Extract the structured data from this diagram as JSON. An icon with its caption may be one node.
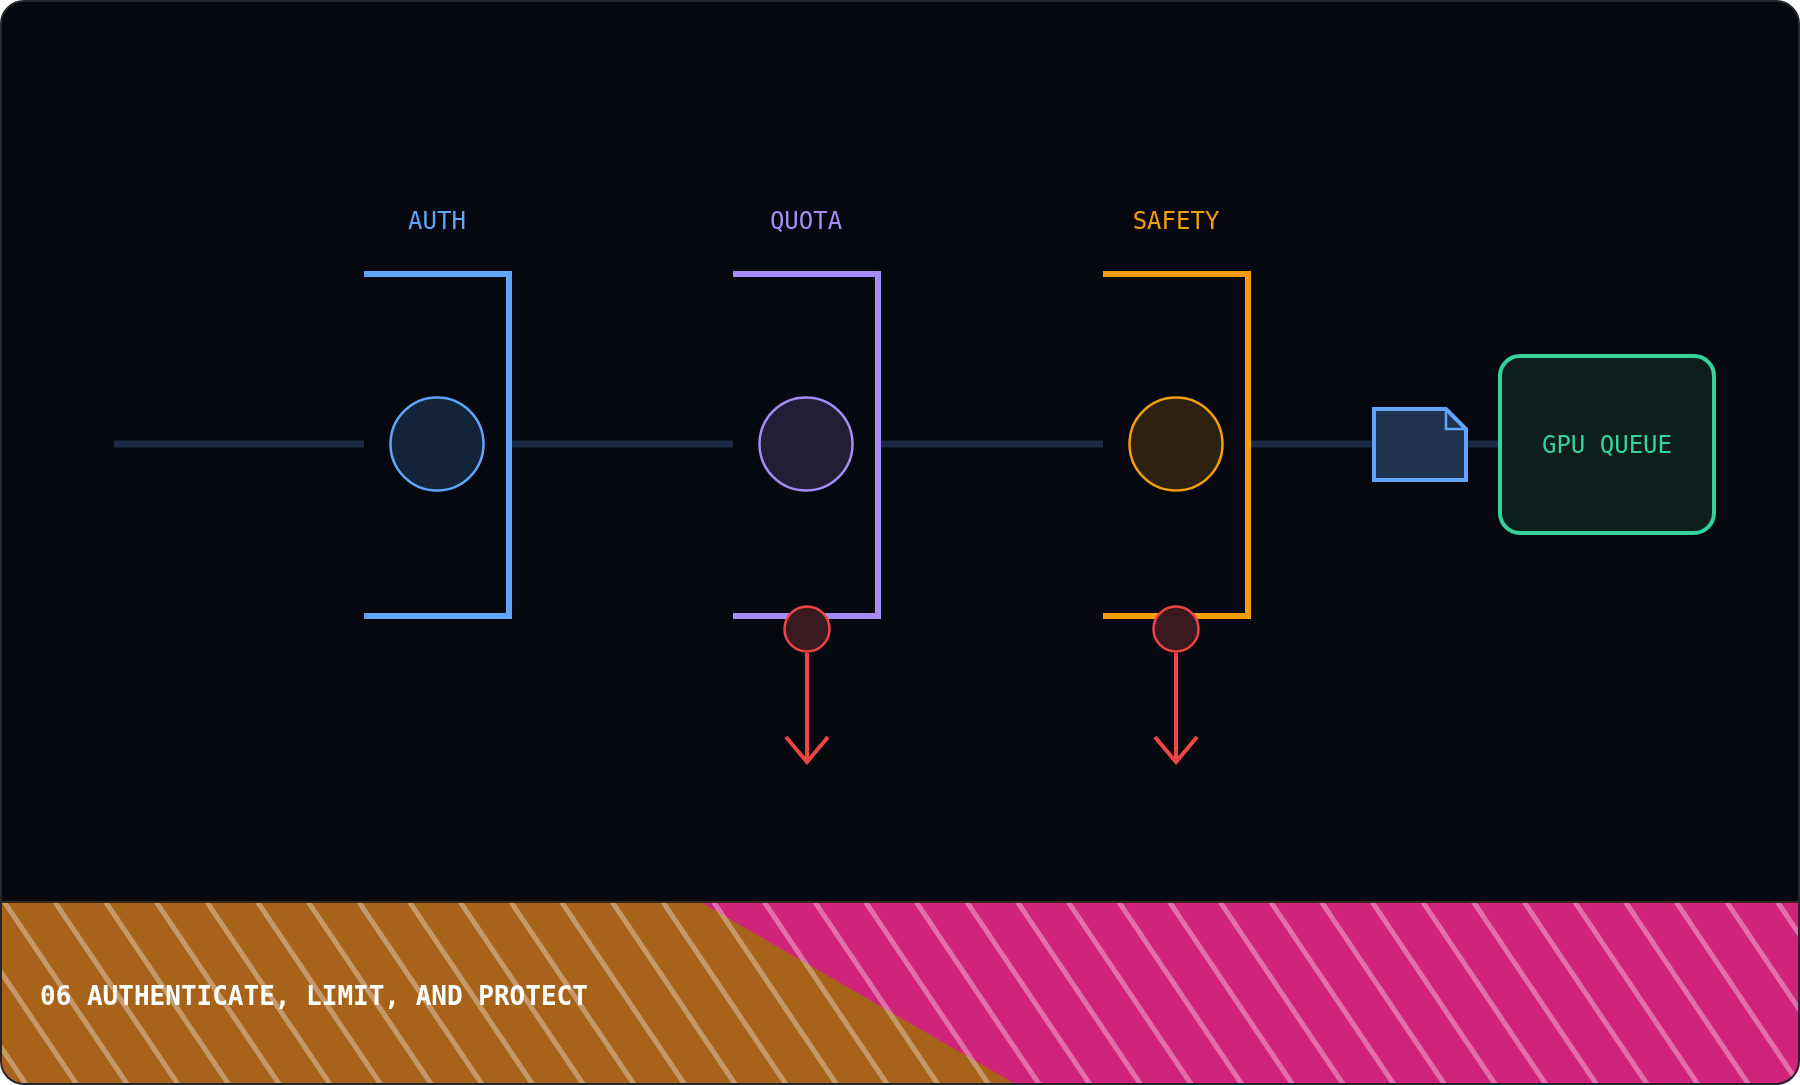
{
  "diagram": {
    "caption": "06 AUTHENTICATE, LIMIT, AND PROTECT",
    "nodes": [
      {
        "text": [
          "AUTH"
        ]
      },
      {
        "text": [],
        "shape": "circle",
        "in": 0
      },
      {
        "text": [
          "QUOTA"
        ]
      },
      {
        "text": [],
        "shape": "circle",
        "in": 2
      },
      {
        "text": [],
        "shape": "circle"
      },
      {
        "text": [
          "SAFETY"
        ]
      },
      {
        "text": [],
        "shape": "circle",
        "in": 5
      },
      {
        "text": [],
        "shape": "circle"
      },
      {
        "text": [],
        "shape": "document"
      },
      {
        "text": [
          "GPU QUEUE"
        ]
      }
    ],
    "edges": [
      {
        "from": null,
        "to": 0,
        "arrow": "none"
      },
      {
        "from": 0,
        "to": 2,
        "arrow": "none"
      },
      {
        "from": 2,
        "to": 5,
        "arrow": "none"
      },
      {
        "from": 5,
        "to": 8,
        "arrow": "none"
      },
      {
        "from": 8,
        "to": 9,
        "arrow": "none"
      },
      {
        "from": 4,
        "to": null,
        "arrow": "to",
        "color": "#ef4444"
      },
      {
        "from": 7,
        "to": null,
        "arrow": "to",
        "color": "#ef4444"
      }
    ]
  }
}
